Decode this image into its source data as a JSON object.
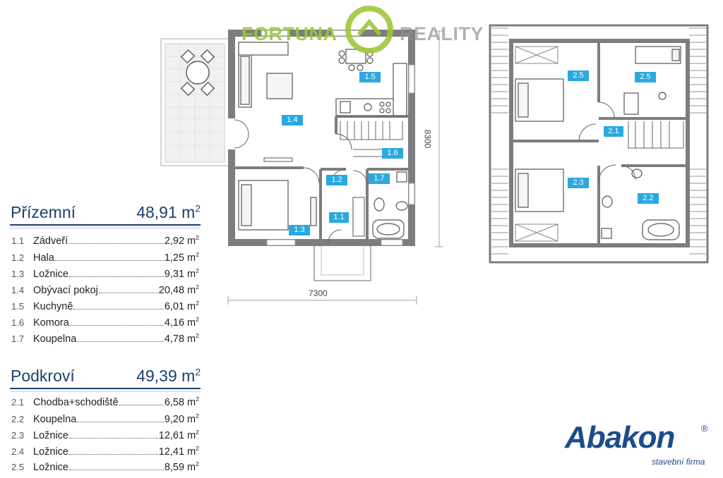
{
  "watermark": {
    "left_word": "FORTUNA",
    "right_word": "REALITY"
  },
  "dimensions": {
    "width": "7300",
    "depth": "8300"
  },
  "ground_floor": {
    "title": "Přízemní",
    "area_value": "48,91 m",
    "area_exp": "2",
    "rooms": [
      {
        "num": "1.1",
        "name": "Zádveří",
        "val": "2,92 m",
        "exp": "2"
      },
      {
        "num": "1.2",
        "name": "Hala",
        "val": "1,25 m",
        "exp": "2"
      },
      {
        "num": "1.3",
        "name": "Ložnice",
        "val": "9,31 m",
        "exp": "2"
      },
      {
        "num": "1.4",
        "name": "Obývací pokoj",
        "val": "20,48 m",
        "exp": "2"
      },
      {
        "num": "1.5",
        "name": "Kuchyně",
        "val": "6,01 m",
        "exp": "2"
      },
      {
        "num": "1.6",
        "name": "Komora",
        "val": "4,16 m",
        "exp": "2"
      },
      {
        "num": "1.7",
        "name": "Koupelna",
        "val": "4,78 m",
        "exp": "2"
      }
    ]
  },
  "attic": {
    "title": "Podkroví",
    "area_value": "49,39 m",
    "area_exp": "2",
    "rooms": [
      {
        "num": "2.1",
        "name": "Chodba+schodiště",
        "val": "6,58 m",
        "exp": "2"
      },
      {
        "num": "2.2",
        "name": "Koupelna",
        "val": "9,20 m",
        "exp": "2"
      },
      {
        "num": "2.3",
        "name": "Ložnice",
        "val": "12,61 m",
        "exp": "2"
      },
      {
        "num": "2.4",
        "name": "Ložnice",
        "val": "12,41 m",
        "exp": "2"
      },
      {
        "num": "2.5",
        "name": "Ložnice",
        "val": "8,59 m",
        "exp": "2"
      }
    ]
  },
  "plan_labels": {
    "r11": "1.1",
    "r12": "1.2",
    "r13": "1.3",
    "r14": "1.4",
    "r15": "1.5",
    "r16": "1.6",
    "r17": "1.7",
    "r21": "2.1",
    "r22": "2.2",
    "r23": "2.3",
    "r25a": "2.5",
    "r25b": "2.5"
  },
  "brand": {
    "name": "Abakon",
    "reg": "®",
    "tagline": "stavební firma"
  },
  "colors": {
    "label_bg": "#2aa9e0",
    "heading": "#1d3f6e",
    "brand": "#1b4d8c",
    "wall": "#7d7d7d"
  }
}
